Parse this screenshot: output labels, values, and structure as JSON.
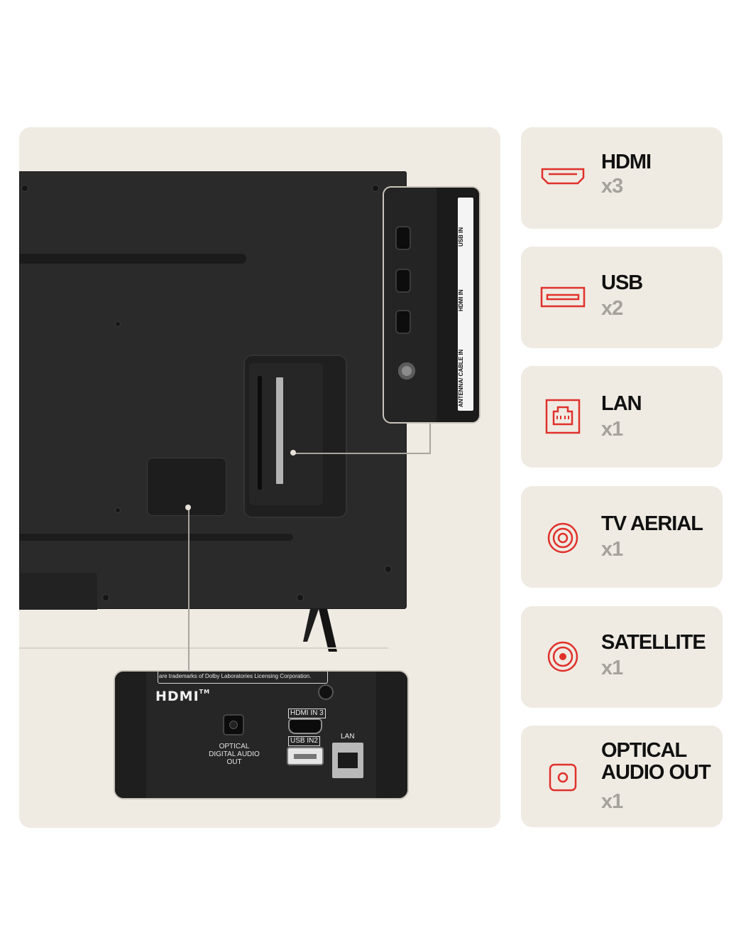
{
  "accent_color": "#e0312b",
  "tv_image": {
    "side_port_labels": [
      "USB IN",
      "HDMI IN",
      "ANTENNA/ CABLE IN"
    ],
    "bottom_panel": {
      "notice_text": "are trademarks of Dolby Laboratories Licensing Corporation.",
      "logo_text": "HDMI",
      "logo_tm": "TM",
      "optical_label": "OPTICAL DIGITAL AUDIO OUT",
      "hdmi_port_label": "HDMI IN 3",
      "usb_port_label": "USB IN2",
      "lan_label": "LAN"
    }
  },
  "port_cards": [
    {
      "name": "HDMI",
      "count": "x3",
      "icon": "hdmi-icon"
    },
    {
      "name": "USB",
      "count": "x2",
      "icon": "usb-icon"
    },
    {
      "name": "LAN",
      "count": "x1",
      "icon": "lan-icon"
    },
    {
      "name": "TV AERIAL",
      "count": "x1",
      "icon": "tv-aerial-icon"
    },
    {
      "name": "SATELLITE",
      "count": "x1",
      "icon": "satellite-icon"
    },
    {
      "name": "OPTICAL AUDIO OUT",
      "count": "x1",
      "icon": "optical-audio-icon"
    }
  ]
}
